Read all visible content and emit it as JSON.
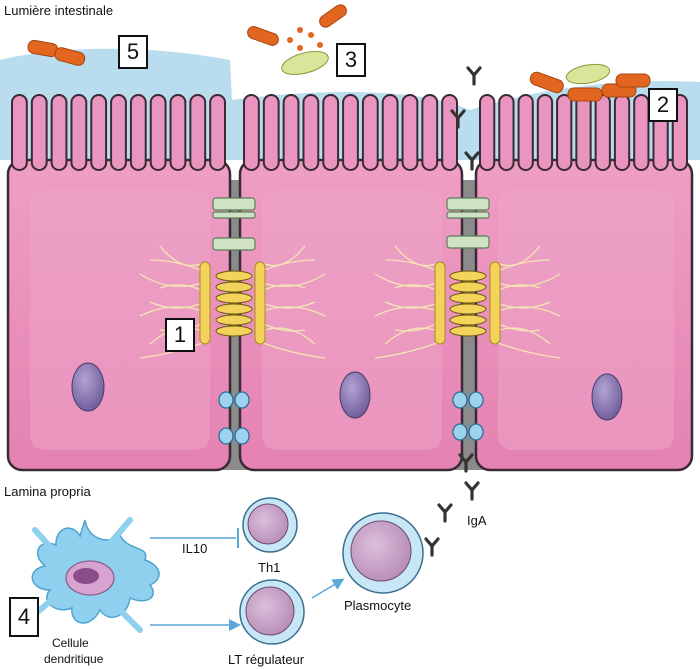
{
  "labels": {
    "lumen": "Lumière intestinale",
    "lamina_propria": "Lamina propria",
    "il10": "IL10",
    "th1": "Th1",
    "lt_regulateur": "LT régulateur",
    "plasmocyte": "Plasmocyte",
    "iga": "IgA",
    "cellule_dendritique_line1": "Cellule",
    "cellule_dendritique_line2": "dendritique"
  },
  "number_boxes": [
    "1",
    "2",
    "3",
    "4",
    "5"
  ],
  "colors": {
    "mucus": "#b9dcef",
    "epithelial_cell": "#e98fb9",
    "epithelial_outline": "#3a2a33",
    "nucleus": "#7e6aa8",
    "junction_gray": "#8b8b8b",
    "bacteria_orange": "#e2661f",
    "bacteria_green": "#d9e59a",
    "dendritic_cell": "#8fd0ee",
    "lymphocyte": "#c9a3c6",
    "arrow": "#5aa7d8",
    "antibody": "#333333"
  }
}
